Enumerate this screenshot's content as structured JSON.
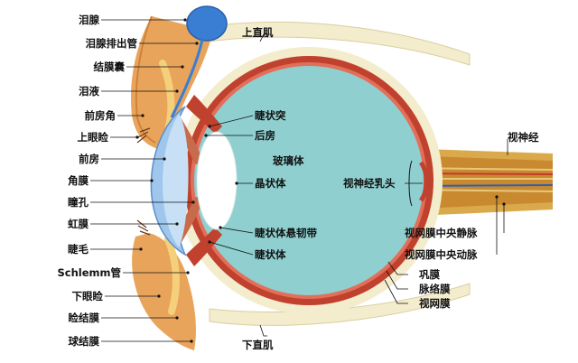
{
  "colors": {
    "vitreous": "#8fcfcf",
    "sclera_outer": "#f3eccd",
    "choroid": "#c0412e",
    "retina_line": "#e26f5a",
    "iris": "#c86b4d",
    "cornea": "#9fc6ec",
    "lens": "#ffffff",
    "lacrimal_gland": "#3a7ed4",
    "lid_tissue": "#e8a45a",
    "nerve": "#d9a94b"
  },
  "labels": {
    "lacrimal_gland": "泪腺",
    "lacrimal_duct": "泪腺排出管",
    "conj_sac": "结膜囊",
    "tears": "泪液",
    "anterior_angle": "前房角",
    "upper_lid": "上眼睑",
    "anterior_chamber": "前房",
    "cornea": "角膜",
    "pupil": "瞳孔",
    "iris": "虹膜",
    "eyelash": "睫毛",
    "schlemm": "Schlemm管",
    "lower_lid": "下眼睑",
    "palpebral_conj": "睑结膜",
    "bulbar_conj": "球结膜",
    "superior_rectus": "上直肌",
    "ciliary_process": "睫状突",
    "posterior_chamber": "后房",
    "vitreous": "玻璃体",
    "lens": "晶状体",
    "optic_disc": "视神经乳头",
    "zonule": "睫状体悬韧带",
    "ciliary_body": "睫状体",
    "optic_nerve": "视神经",
    "central_vein": "视网膜中央静脉",
    "central_artery": "视网膜中央动脉",
    "sclera": "巩膜",
    "choroid": "脉络膜",
    "retina": "视网膜",
    "inferior_rectus": "下直肌"
  }
}
